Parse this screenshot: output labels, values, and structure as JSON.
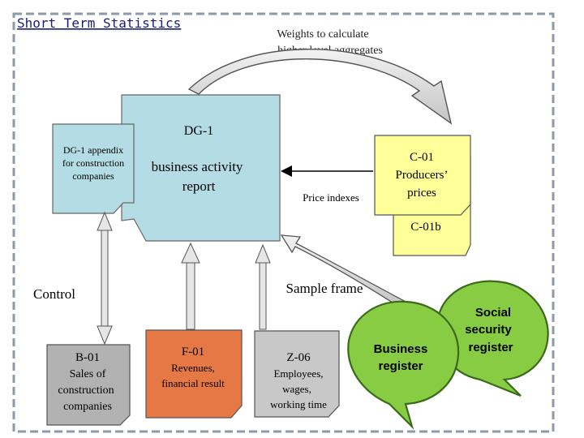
{
  "title": "Short Term Statistics",
  "weights_label": {
    "line1": "Weights to calculate",
    "line2": "higher level aggregates"
  },
  "dg1": {
    "header": "DG-1",
    "body_line1": "business activity",
    "body_line2": "report"
  },
  "dg1_appendix": {
    "line1": "DG-1 appendix",
    "line2": "for construction",
    "line3": "companies"
  },
  "c01": {
    "line1": "C-01",
    "line2": "Producers’",
    "line3": "prices"
  },
  "c01b": {
    "label": "C-01b"
  },
  "price_indexes": "Price indexes",
  "sample_frame": "Sample frame",
  "control": "Control",
  "b01": {
    "code": "B-01",
    "line1": "Sales of",
    "line2": "construction",
    "line3": "companies"
  },
  "f01": {
    "code": "F-01",
    "line1": "Revenues,",
    "line2": "financial result"
  },
  "z06": {
    "code": "Z-06",
    "line1": "Employees,",
    "line2": "wages,",
    "line3": "working time"
  },
  "business_register": {
    "line1": "Business",
    "line2": "register"
  },
  "social_register": {
    "line1": "Social",
    "line2": "security",
    "line3": "register"
  },
  "colors": {
    "dg1_fill": "#b4dce4",
    "c01_fill": "#ffff99",
    "b01_fill": "#b2b2b2",
    "f01_fill": "#e67846",
    "z06_fill": "#c8c8c8",
    "register_fill": "#88cc44",
    "register_stroke": "#3a6a1a",
    "frame_stroke": "#8c9aaa",
    "arrow_fill": "#dcdcdc",
    "title_color": "#1a1a7a"
  }
}
